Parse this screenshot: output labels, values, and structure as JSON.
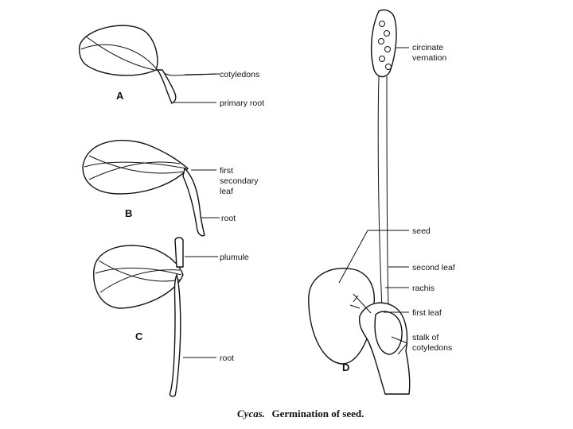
{
  "caption": {
    "genus": "Cycas.",
    "text": "Germination of seed."
  },
  "panels": {
    "A": {
      "letter": "A",
      "labels": [
        "cotyledons",
        "primary root"
      ]
    },
    "B": {
      "letter": "B",
      "labels": [
        "first",
        "secondary",
        "leaf",
        "root"
      ]
    },
    "C": {
      "letter": "C",
      "labels": [
        "plumule",
        "root"
      ]
    },
    "D": {
      "letter": "D",
      "labels": [
        "circinate",
        "vernation",
        "seed",
        "second leaf",
        "rachis",
        "first leaf",
        "stalk of",
        "cotyledons"
      ]
    }
  }
}
